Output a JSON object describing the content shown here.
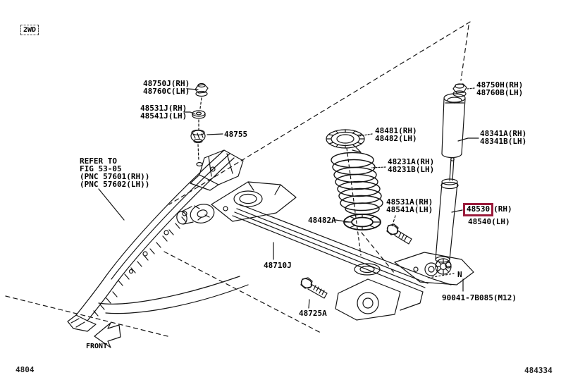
{
  "colors": {
    "highlight_box": "#9b1b3b",
    "line_art": "#141414",
    "background": "#ffffff"
  },
  "badge_2wd": "2WD",
  "front_arrow_label": "FRONT",
  "page_number_left": "4804",
  "figure_number_right": "484334",
  "refer_note": {
    "line1": "REFER TO",
    "line2": "FIG 53-05",
    "line3": "(PNC 57601(RH))",
    "line4": "(PNC 57602(LH))"
  },
  "parts": {
    "support_nut_upper": {
      "rh": "48750J(RH)",
      "lh": "48760C(LH)"
    },
    "support_washer": {
      "rh": "48531J(RH)",
      "lh": "48541J(LH)"
    },
    "member_cushion": "48755",
    "spring_upper_seat": {
      "rh": "48481(RH)",
      "lh": "48482(LH)"
    },
    "coil_spring": {
      "rh": "48231A(RH)",
      "lh": "48231B(LH)"
    },
    "arm_bolt": {
      "rh": "48531A(RH)",
      "lh": "48541A(LH)"
    },
    "spring_lower_seat": "48482A",
    "shock_nut": {
      "rh": "48750H(RH)",
      "lh": "48760B(LH)"
    },
    "shock_dust_cover": {
      "rh": "48341A(RH)",
      "lh": "48341B(LH)"
    },
    "shock_absorber": {
      "rh_number": "48530",
      "rh_suffix": "(RH)",
      "lh": "48540(LH)"
    },
    "axle_beam": "48710J",
    "beam_bolt": "48725A",
    "mount_nut": {
      "symbol": "N",
      "code": "90041-7B085(M12)"
    }
  }
}
